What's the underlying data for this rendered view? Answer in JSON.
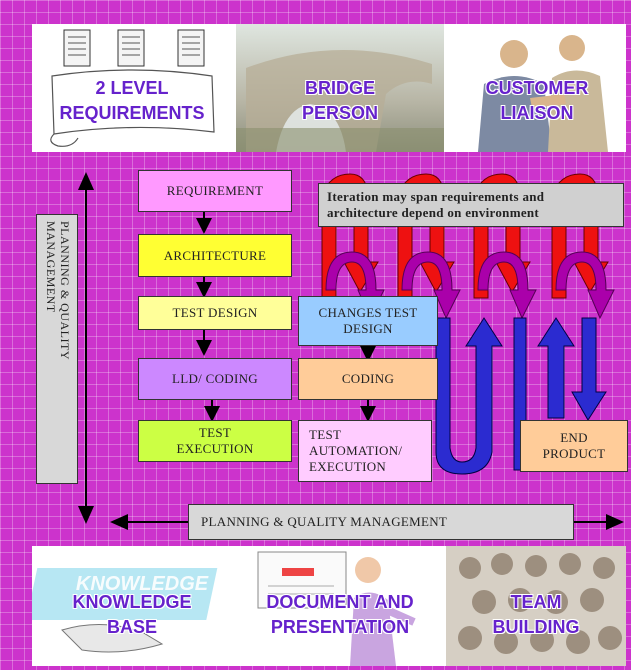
{
  "top_panels": [
    {
      "label_line1": "2 LEVEL",
      "label_line2": "REQUIREMENTS"
    },
    {
      "label_line1": "BRIDGE",
      "label_line2": "PERSON"
    },
    {
      "label_line1": "CUSTOMER",
      "label_line2": "LIAISON"
    }
  ],
  "left_bar": {
    "text": "PLANNING & QUALITY MANAGEMENT"
  },
  "flow_left": [
    {
      "text": "REQUIREMENT"
    },
    {
      "text": "ARCHITECTURE"
    },
    {
      "text": "TEST DESIGN"
    },
    {
      "text": "LLD/ CODING"
    },
    {
      "text_line1": "TEST",
      "text_line2": "EXECUTION"
    }
  ],
  "flow_right": [
    {
      "text_line1": "CHANGES TEST",
      "text_line2": "DESIGN"
    },
    {
      "text": "CODING"
    },
    {
      "text_line1": "TEST",
      "text_line2": "AUTOMATION/",
      "text_line3": "EXECUTION"
    }
  ],
  "iteration_note": {
    "line1": "Iteration may span requirements and",
    "line2": "architecture depend on environment"
  },
  "end_product": {
    "line1": "END",
    "line2": "PRODUCT"
  },
  "bottom_bar": {
    "text": "PLANNING & QUALITY MANAGEMENT"
  },
  "bottom_panels": [
    {
      "label_line1": "KNOWLEDGE",
      "label_line2": "BASE",
      "watermark": "KNOWLEDGE"
    },
    {
      "label_line1": "DOCUMENT AND",
      "label_line2": "PRESENTATION"
    },
    {
      "label_line1": "TEAM",
      "label_line2": "BUILDING"
    }
  ],
  "colors": {
    "background": "#cc33cc",
    "requirement": "#ff99ff",
    "architecture": "#ffff33",
    "test_design": "#ffff99",
    "lld_coding": "#cc88ff",
    "test_execution": "#ccff44",
    "changes_test_design": "#99ccff",
    "coding_right": "#ffcc99",
    "test_automation": "#ffccff",
    "end_product": "#ffcc99",
    "note": "#d0d0d0",
    "red_arrow": "#ee1111",
    "purple_arrow": "#990099",
    "blue_arrow": "#2222cc"
  }
}
